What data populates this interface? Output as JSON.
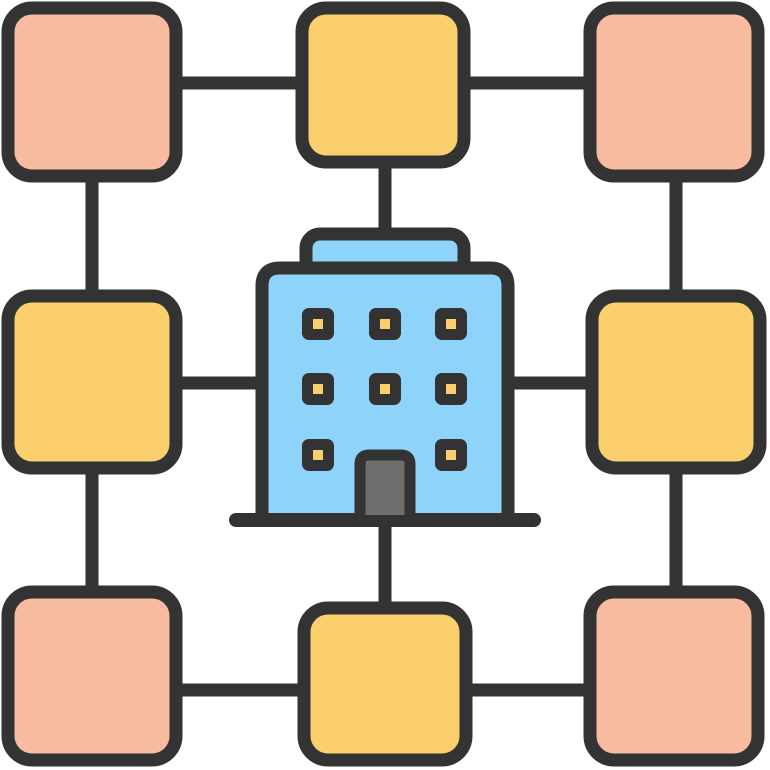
{
  "colors": {
    "outline": "#333333",
    "corner_node": "#F7BBA0",
    "edge_node": "#FCCF6E",
    "building": "#8ED3FA",
    "window": "#FCCF6E",
    "door": "#6E6E6E",
    "background": "#FFFFFF"
  },
  "diagram": {
    "center": {
      "icon": "office-building-icon",
      "window_rows": 3,
      "window_cols": 3
    },
    "nodes": [
      {
        "id": "top-left",
        "kind": "corner"
      },
      {
        "id": "top-center",
        "kind": "edge"
      },
      {
        "id": "top-right",
        "kind": "corner"
      },
      {
        "id": "middle-left",
        "kind": "edge"
      },
      {
        "id": "middle-right",
        "kind": "edge"
      },
      {
        "id": "bottom-left",
        "kind": "corner"
      },
      {
        "id": "bottom-center",
        "kind": "edge"
      },
      {
        "id": "bottom-right",
        "kind": "corner"
      }
    ],
    "links": [
      [
        "top-left",
        "top-center"
      ],
      [
        "top-center",
        "top-right"
      ],
      [
        "top-left",
        "middle-left"
      ],
      [
        "top-right",
        "middle-right"
      ],
      [
        "middle-left",
        "bottom-left"
      ],
      [
        "middle-right",
        "bottom-right"
      ],
      [
        "bottom-left",
        "bottom-center"
      ],
      [
        "bottom-center",
        "bottom-right"
      ],
      [
        "top-center",
        "center"
      ],
      [
        "middle-left",
        "center"
      ],
      [
        "middle-right",
        "center"
      ],
      [
        "bottom-center",
        "center"
      ]
    ]
  }
}
